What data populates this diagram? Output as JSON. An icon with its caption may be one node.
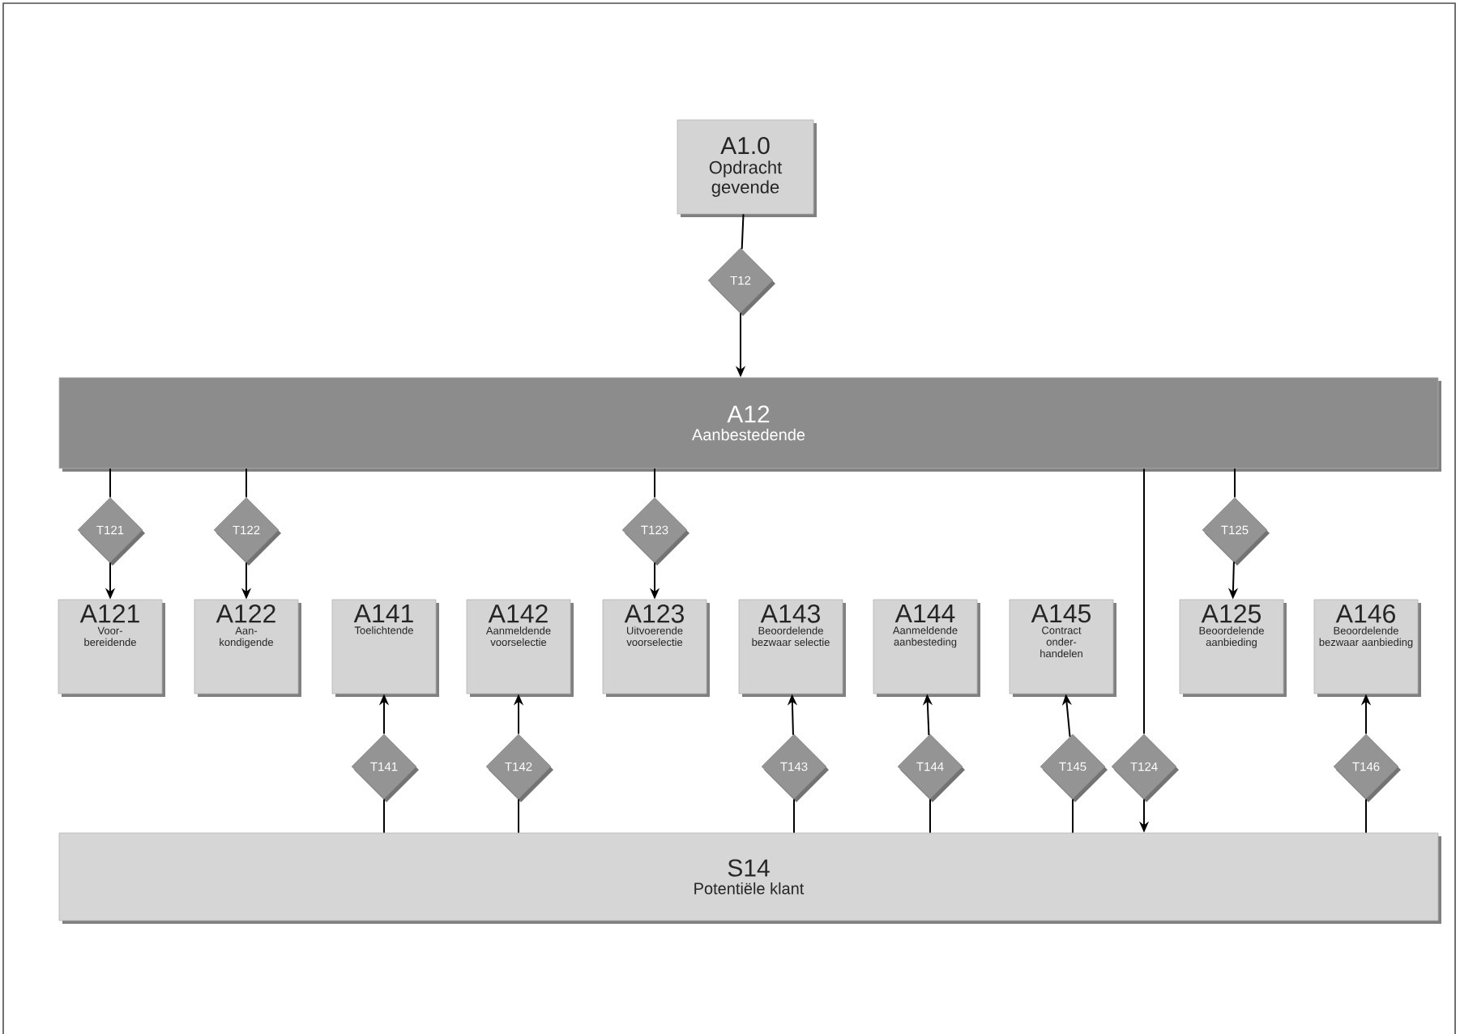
{
  "diagram": {
    "nodes": [
      {
        "text": [
          "A1.0",
          "Opdracht gevende"
        ]
      },
      {
        "text": [
          "T12"
        ]
      },
      {
        "text": [
          "A12",
          "Aanbestedende"
        ]
      },
      {
        "text": [
          "T121"
        ]
      },
      {
        "text": [
          "T122"
        ]
      },
      {
        "text": [
          "T123"
        ]
      },
      {
        "text": [
          "T125"
        ]
      },
      {
        "text": [
          "A121",
          "Voor- bereidende"
        ]
      },
      {
        "text": [
          "A122",
          "Aan- kondigende"
        ]
      },
      {
        "text": [
          "A141",
          "Toelichtende"
        ]
      },
      {
        "text": [
          "A142",
          "Aanmeldende voorselectie"
        ]
      },
      {
        "text": [
          "A123",
          "Uitvoerende voorselectie"
        ]
      },
      {
        "text": [
          "A143",
          "Beoordelende bezwaar selectie"
        ]
      },
      {
        "text": [
          "A144",
          "Aanmeldende aanbesteding"
        ]
      },
      {
        "text": [
          "A145",
          "Contract onder- handelen"
        ]
      },
      {
        "text": [
          "A125",
          "Beoordelende aanbieding"
        ]
      },
      {
        "text": [
          "A146",
          "Beoordelende bezwaar aanbieding"
        ]
      },
      {
        "text": [
          "T141"
        ]
      },
      {
        "text": [
          "T142"
        ]
      },
      {
        "text": [
          "T143"
        ]
      },
      {
        "text": [
          "T144"
        ]
      },
      {
        "text": [
          "T145"
        ]
      },
      {
        "text": [
          "T124"
        ]
      },
      {
        "text": [
          "T146"
        ]
      },
      {
        "text": [
          "S14",
          "Potentiële klant"
        ]
      }
    ],
    "edges": [
      {
        "from": 0,
        "to": 1,
        "arrow": "none"
      },
      {
        "from": 1,
        "to": 2,
        "arrow": "to"
      },
      {
        "from": 2,
        "to": 3,
        "arrow": "none"
      },
      {
        "from": 3,
        "to": 7,
        "arrow": "to"
      },
      {
        "from": 2,
        "to": 4,
        "arrow": "none"
      },
      {
        "from": 4,
        "to": 8,
        "arrow": "to"
      },
      {
        "from": 2,
        "to": 5,
        "arrow": "none"
      },
      {
        "from": 5,
        "to": 11,
        "arrow": "to"
      },
      {
        "from": 2,
        "to": 6,
        "arrow": "none"
      },
      {
        "from": 6,
        "to": 15,
        "arrow": "to"
      },
      {
        "from": 2,
        "to": 22,
        "arrow": "none"
      },
      {
        "from": 22,
        "to": 24,
        "arrow": "to"
      },
      {
        "from": 24,
        "to": 17,
        "arrow": "none"
      },
      {
        "from": 17,
        "to": 9,
        "arrow": "to"
      },
      {
        "from": 24,
        "to": 18,
        "arrow": "none"
      },
      {
        "from": 18,
        "to": 10,
        "arrow": "to"
      },
      {
        "from": 24,
        "to": 19,
        "arrow": "none"
      },
      {
        "from": 19,
        "to": 12,
        "arrow": "to"
      },
      {
        "from": 24,
        "to": 20,
        "arrow": "none"
      },
      {
        "from": 20,
        "to": 13,
        "arrow": "to"
      },
      {
        "from": 24,
        "to": 21,
        "arrow": "none"
      },
      {
        "from": 21,
        "to": 14,
        "arrow": "to"
      },
      {
        "from": 24,
        "to": 23,
        "arrow": "none"
      },
      {
        "from": 23,
        "to": 16,
        "arrow": "to"
      }
    ]
  }
}
